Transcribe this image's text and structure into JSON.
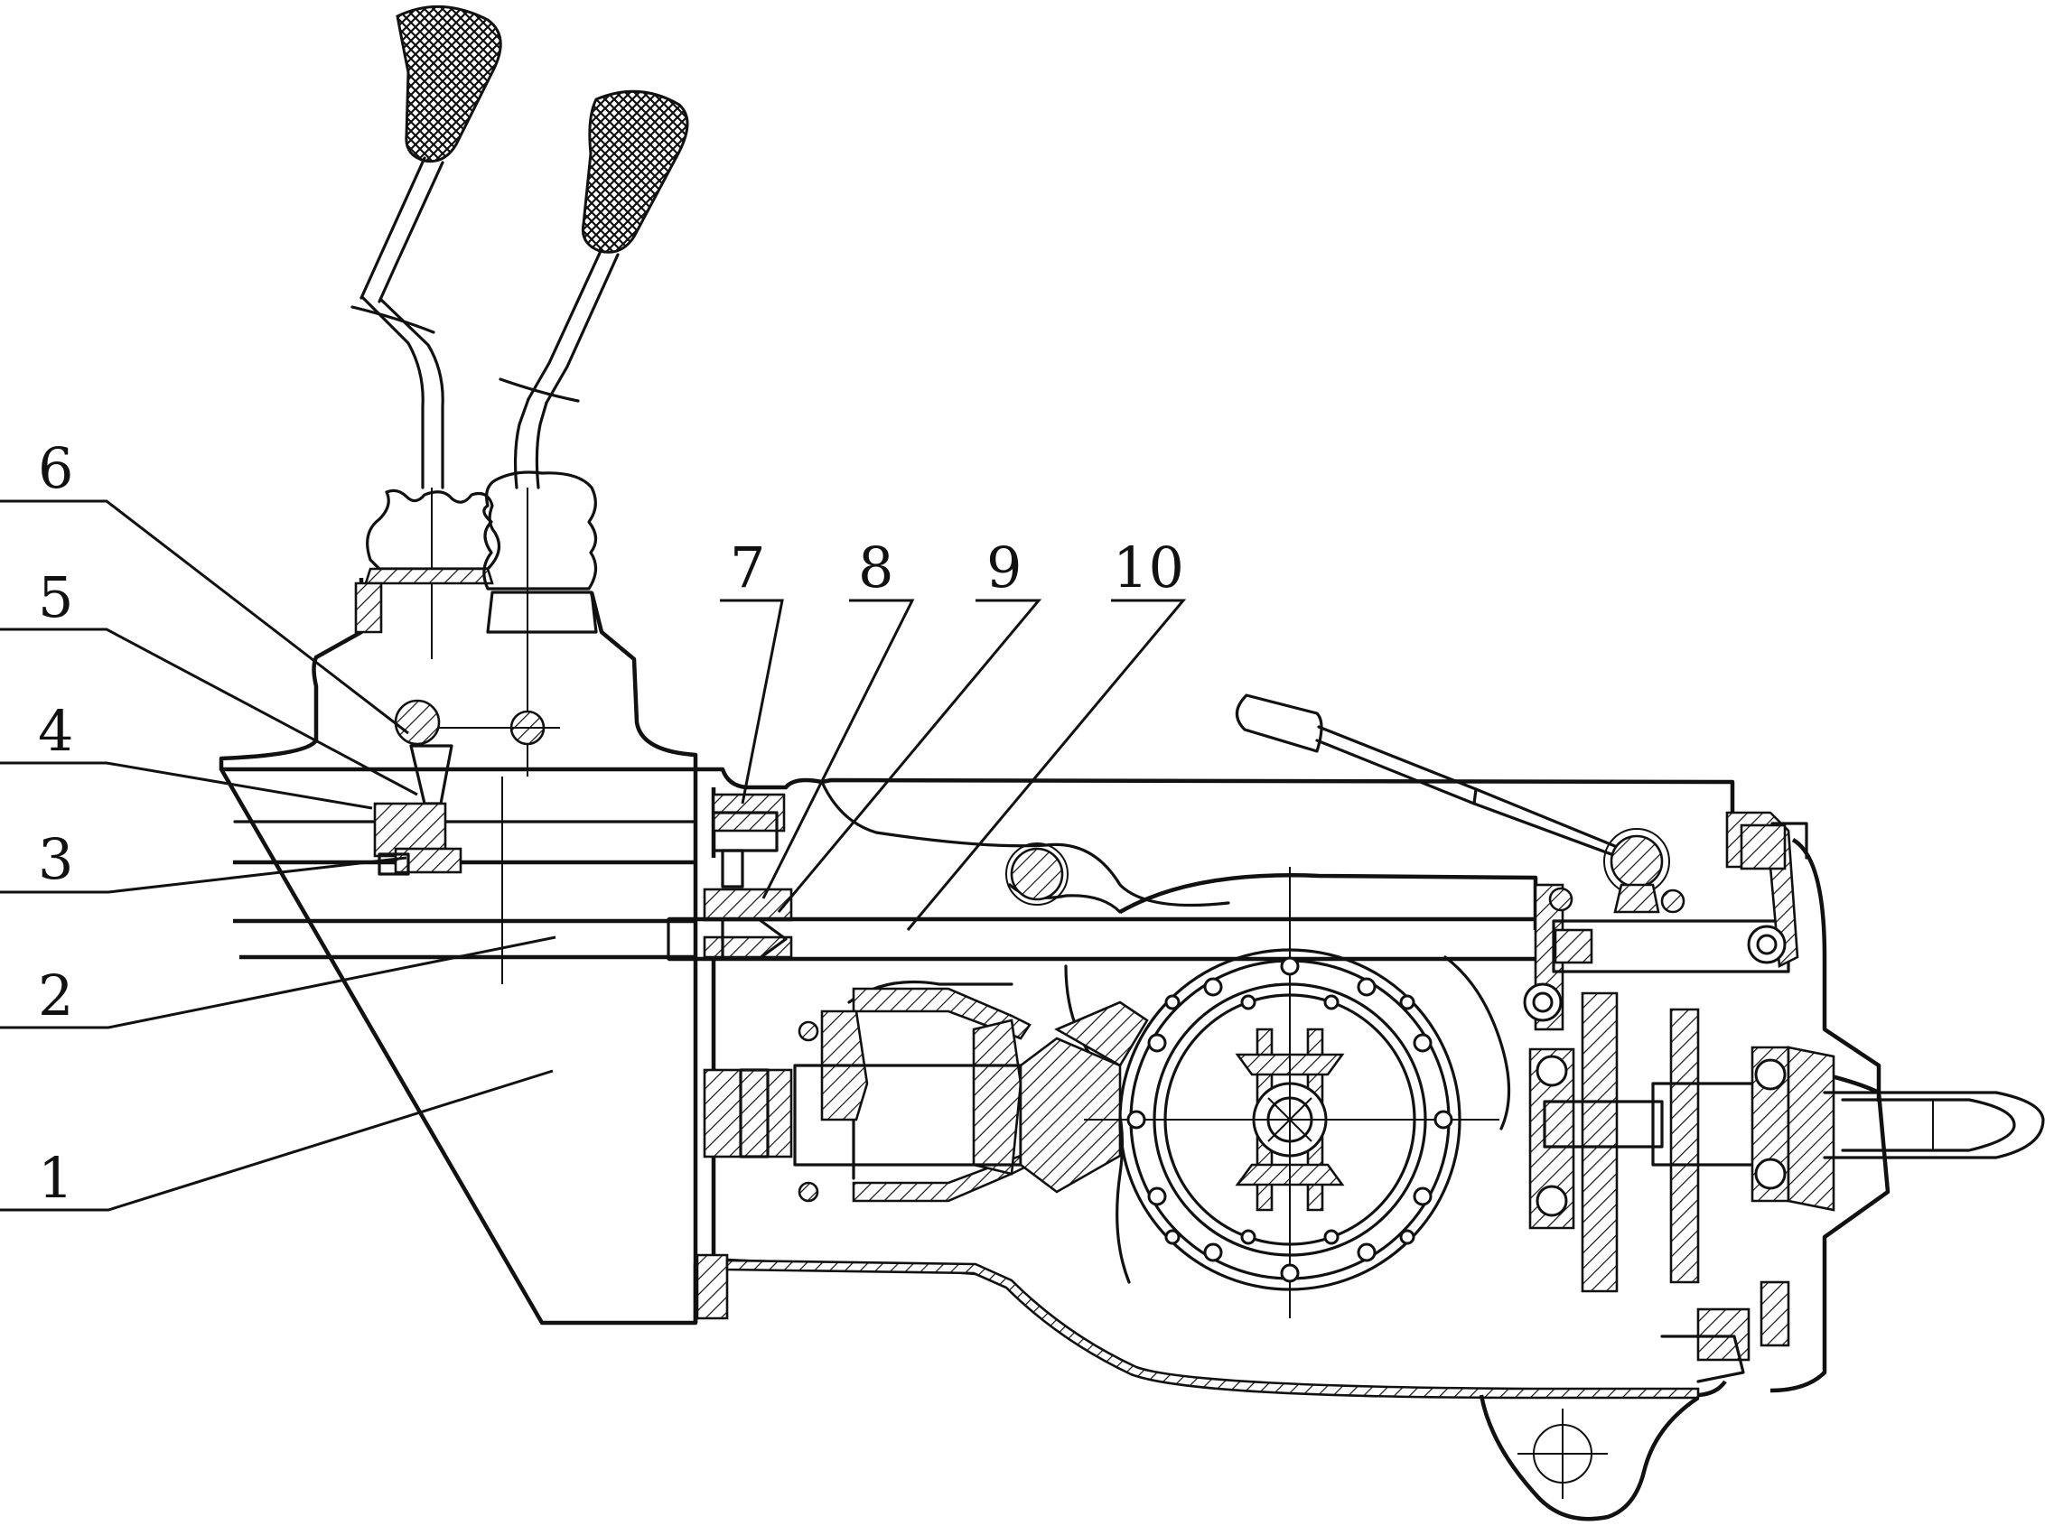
{
  "figure": {
    "callouts": [
      {
        "id": "callout-1",
        "label": "1"
      },
      {
        "id": "callout-2",
        "label": "2"
      },
      {
        "id": "callout-3",
        "label": "3"
      },
      {
        "id": "callout-4",
        "label": "4"
      },
      {
        "id": "callout-5",
        "label": "5"
      },
      {
        "id": "callout-6",
        "label": "6"
      },
      {
        "id": "callout-7",
        "label": "7"
      },
      {
        "id": "callout-8",
        "label": "8"
      },
      {
        "id": "callout-9",
        "label": "9"
      },
      {
        "id": "callout-10",
        "label": "10"
      }
    ],
    "colors": {
      "ink": "#111111",
      "paper": "#ffffff"
    }
  }
}
